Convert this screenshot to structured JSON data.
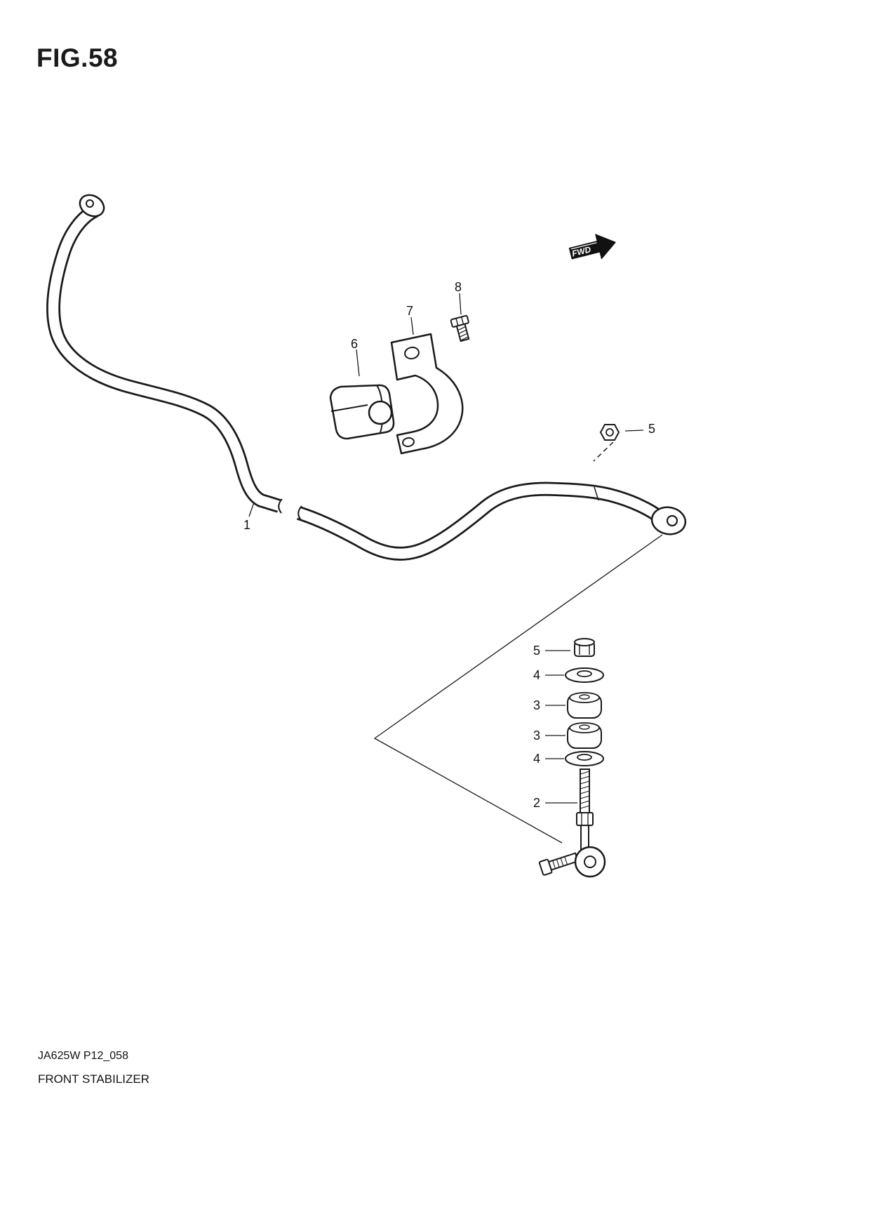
{
  "figure": {
    "title": "FIG.58",
    "fwd_label": "FWD"
  },
  "callouts": {
    "stabilizer_bar": "1",
    "link": "2",
    "link_bushing_upper": "3",
    "link_bushing_lower": "3",
    "washer_upper": "4",
    "washer_lower": "4",
    "nut_bar_end": "5",
    "nut_link": "5",
    "bar_bushing": "6",
    "bracket": "7",
    "bolt": "8"
  },
  "footer": {
    "code": "JA625W P12_058",
    "title": "FRONT STABILIZER"
  }
}
